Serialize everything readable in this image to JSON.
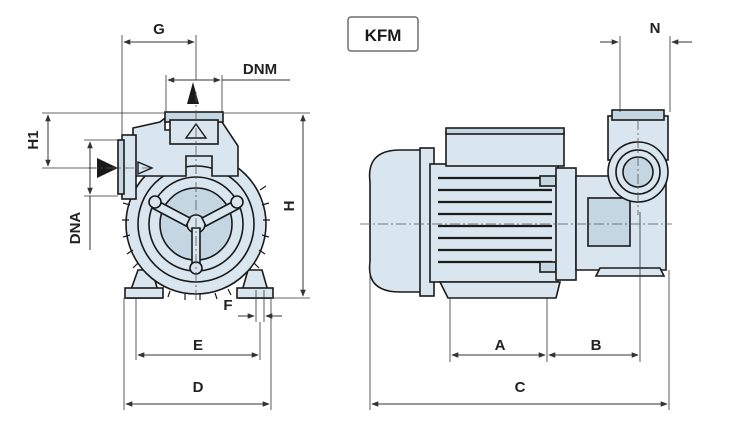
{
  "model_label": "KFM",
  "colors": {
    "body": "#d9e6ef",
    "body_dark": "#c5d6e3",
    "line": "#1a1a1a"
  },
  "dimensions": {
    "g": "G",
    "dnm": "DNM",
    "h1": "H1",
    "dna": "DNA",
    "h": "H",
    "f": "F",
    "e": "E",
    "d": "D",
    "n": "N",
    "a": "A",
    "b": "B",
    "c": "C"
  }
}
